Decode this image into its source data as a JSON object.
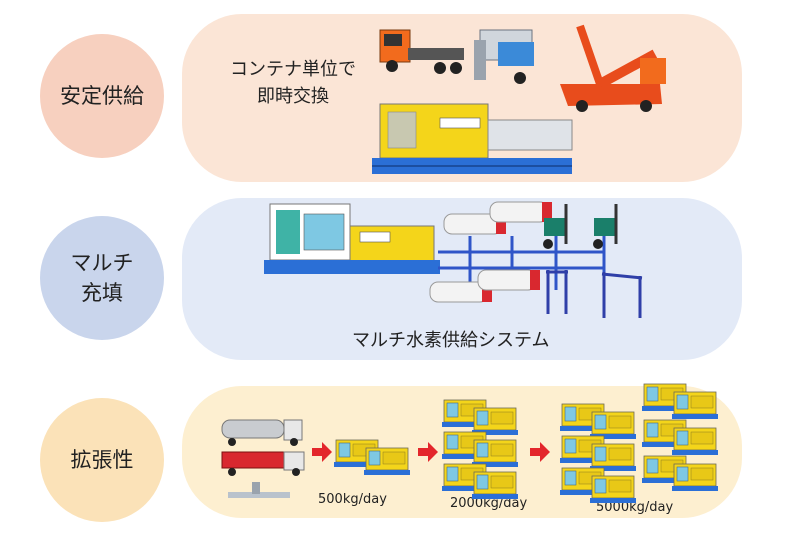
{
  "rows": [
    {
      "label": "安定供給",
      "caption": "コンテナ単位で\n即時交換"
    },
    {
      "label": "マルチ\n充填",
      "caption": "マルチ水素供給システム"
    },
    {
      "label": "拡張性",
      "capacities": [
        "500kg/day",
        "2000kg/day",
        "5000kg/day"
      ]
    }
  ],
  "colors": {
    "row1_panel": "#fbe5d6",
    "row1_circle": "#f7d0bf",
    "row2_panel": "#e3eaf7",
    "row2_circle": "#c9d5ec",
    "row3_panel": "#fdefd0",
    "row3_circle": "#fbe2b8",
    "arrow": "#e3262b",
    "pipe": "#2f55c8",
    "container_body": "#f4d51a",
    "container_base": "#2b6fd6"
  }
}
